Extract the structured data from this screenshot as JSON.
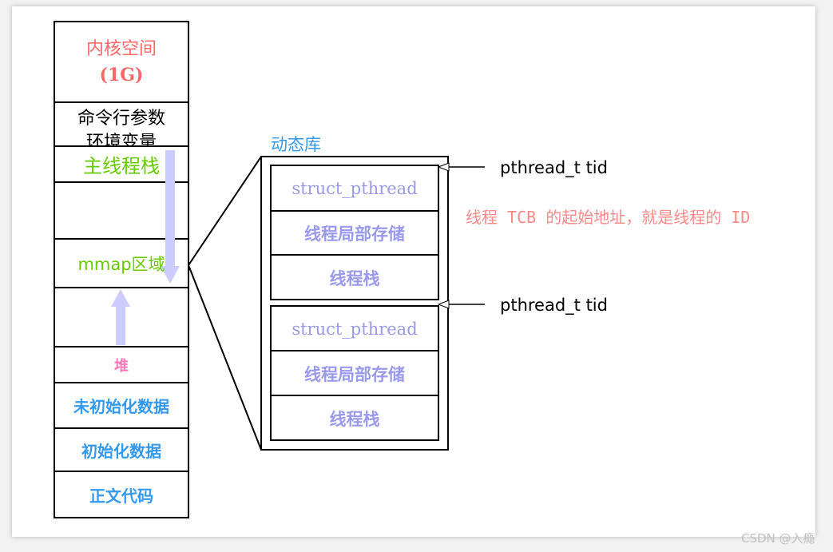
{
  "memory_layout": {
    "kernel": "内核空间",
    "kernel_size": "(1G)",
    "args": "命令行参数",
    "env": "环境变量",
    "main_stack": "主线程栈",
    "mmap": "mmap区域",
    "heap": "堆",
    "bss": "未初始化数据",
    "data": "初始化数据",
    "text": "正文代码"
  },
  "dynlib": {
    "title": "动态库",
    "blocks": [
      {
        "struct": "struct_pthread",
        "tls": "线程局部存储",
        "stack": "线程栈",
        "tid": "pthread_t tid"
      },
      {
        "struct": "struct_pthread",
        "tls": "线程局部存储",
        "stack": "线程栈",
        "tid": "pthread_t tid"
      }
    ],
    "note": "线程 TCB 的起始地址，就是线程的 ID"
  },
  "watermark": "CSDN @入瘾",
  "colors": {
    "kernel": "#ff6666",
    "green": "#66cc00",
    "pink": "#ff77bb",
    "blue": "#3399ee",
    "lavender": "#9999ee",
    "arrow": "#ccccff",
    "note": "#ff8888"
  }
}
